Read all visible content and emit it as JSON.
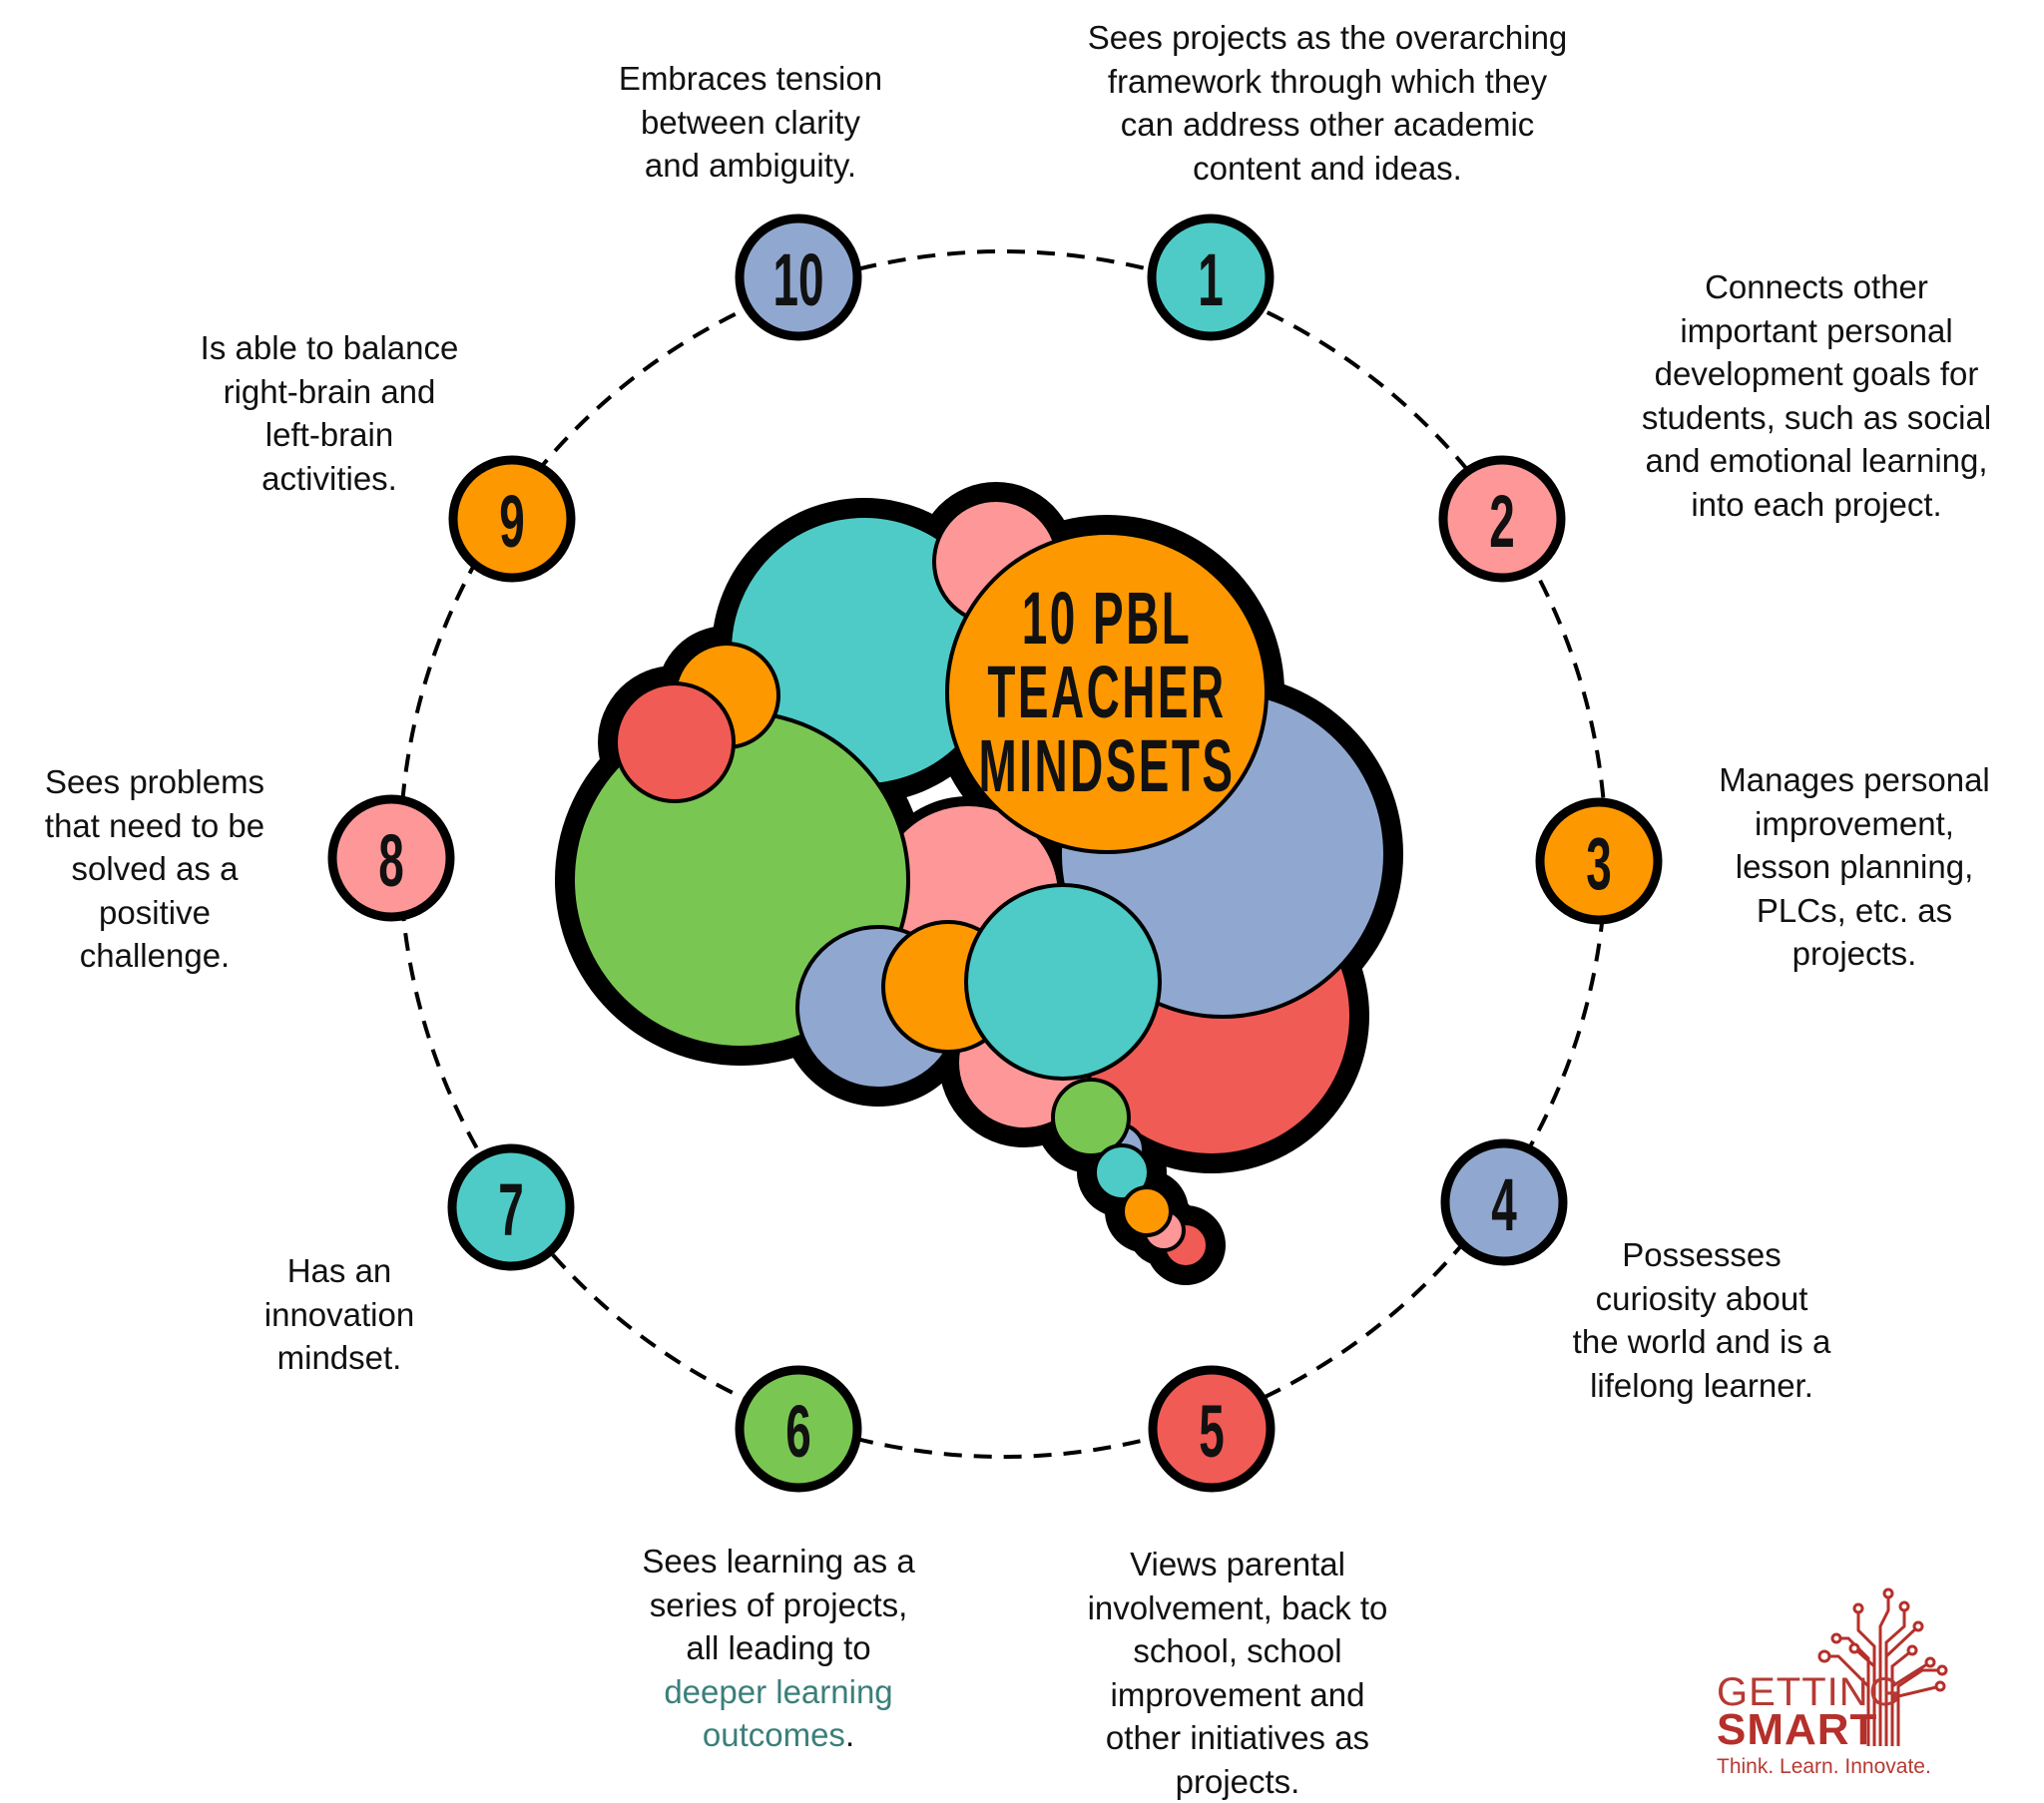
{
  "title": {
    "lines": [
      "10  PBL",
      "TEACHER",
      "MINDSETS"
    ]
  },
  "colors": {
    "teal": "#4ecbc6",
    "pink": "#fe9898",
    "orange": "#fd9800",
    "blue": "#90a8d0",
    "red": "#f05b55",
    "green": "#7ac653",
    "outline": "#000000",
    "link": "#3a7f7a",
    "brand": "#b5302b"
  },
  "mindsets": [
    {
      "number": "1",
      "color": "teal",
      "lines": [
        "Sees projects as the overarching",
        "framework through which they",
        "can address other academic",
        "content and ideas."
      ]
    },
    {
      "number": "2",
      "color": "pink",
      "lines": [
        "Connects other",
        "important personal",
        "development goals for",
        "students, such as social",
        "and emotional learning,",
        "into each project."
      ]
    },
    {
      "number": "3",
      "color": "orange",
      "lines": [
        "Manages personal",
        "improvement,",
        "lesson planning,",
        "PLCs, etc. as",
        "projects."
      ]
    },
    {
      "number": "4",
      "color": "blue",
      "lines": [
        "Possesses",
        "curiosity about",
        "the world and is a",
        "lifelong learner."
      ]
    },
    {
      "number": "5",
      "color": "red",
      "lines": [
        "Views parental",
        "involvement, back to",
        "school, school",
        "improvement and",
        "other initiatives as",
        "projects."
      ]
    },
    {
      "number": "6",
      "color": "green",
      "lines": [
        "Sees learning as a",
        "series of projects,",
        "all leading to"
      ],
      "link_lines": [
        "deeper learning",
        "outcomes"
      ],
      "trailing": "."
    },
    {
      "number": "7",
      "color": "teal",
      "lines": [
        "Has an",
        "innovation",
        "mindset."
      ]
    },
    {
      "number": "8",
      "color": "pink",
      "lines": [
        "Sees problems",
        "that need to be",
        "solved as a",
        "positive",
        "challenge."
      ]
    },
    {
      "number": "9",
      "color": "orange",
      "lines": [
        "Is able to balance",
        "right-brain and",
        "left-brain",
        "activities."
      ]
    },
    {
      "number": "10",
      "color": "blue",
      "lines": [
        "Embraces tension",
        "between clarity",
        "and ambiguity."
      ]
    }
  ],
  "logo": {
    "line1": "GETTING",
    "line2": "SMART",
    "tagline": "Think. Learn. Innovate."
  }
}
